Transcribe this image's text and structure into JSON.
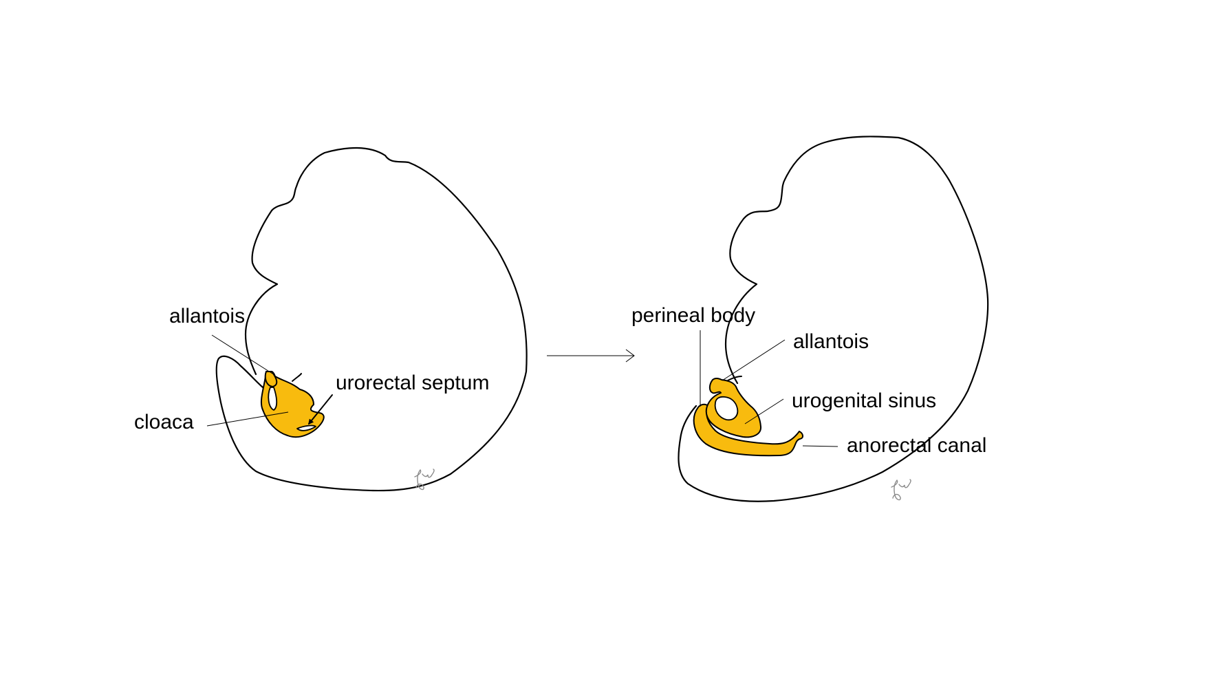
{
  "colors": {
    "endoderm": "#f8bb0e",
    "outline": "#000000",
    "background": "#ffffff"
  },
  "left_panel": {
    "labels": {
      "allantois": "allantois",
      "urorectal_septum": "urorectal septum",
      "cloaca": "cloaca"
    }
  },
  "right_panel": {
    "labels": {
      "perineal_body": "perineal body",
      "allantois": "allantois",
      "urogenital_sinus": "urogenital sinus",
      "anorectal_canal": "anorectal canal"
    }
  },
  "signature": "gwb"
}
